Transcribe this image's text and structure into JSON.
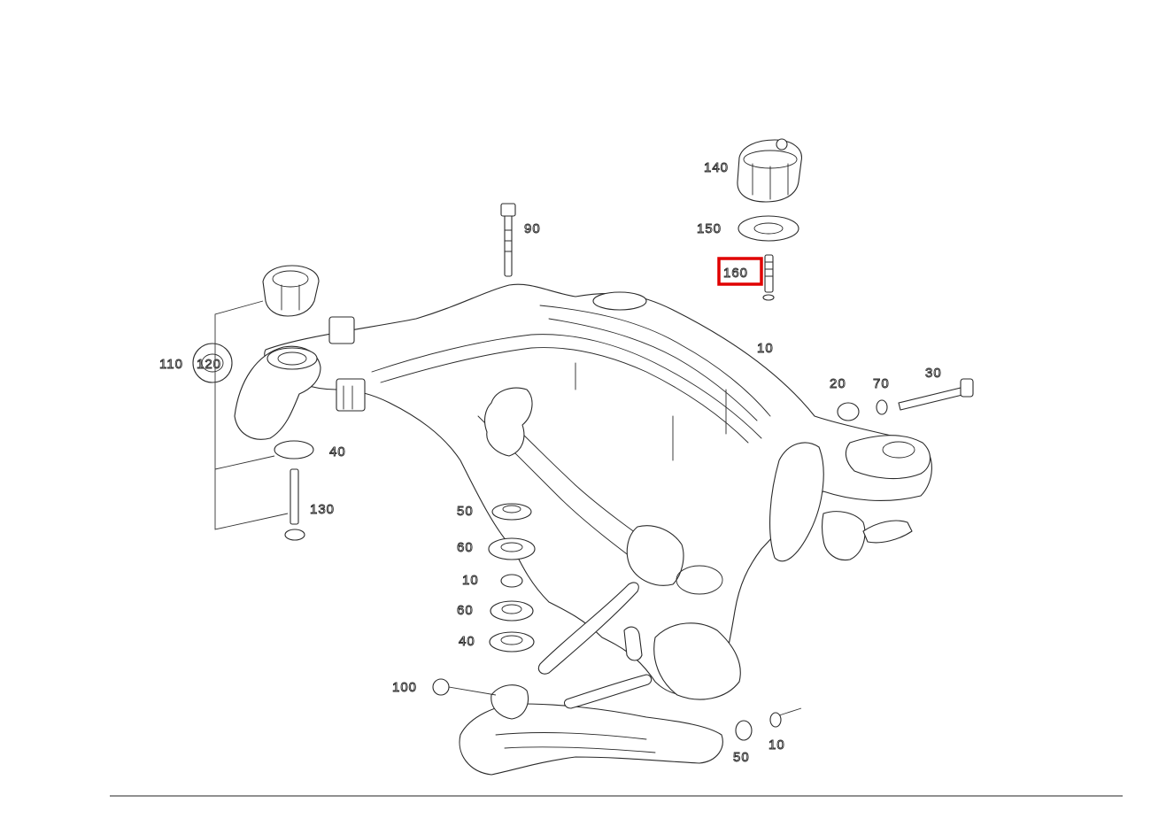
{
  "diagram": {
    "callouts": [
      {
        "id": "c-140",
        "label": "140"
      },
      {
        "id": "c-150",
        "label": "150"
      },
      {
        "id": "c-160",
        "label": "160"
      },
      {
        "id": "c-90",
        "label": "90"
      },
      {
        "id": "c-10",
        "label": "10"
      },
      {
        "id": "c-20",
        "label": "20"
      },
      {
        "id": "c-70",
        "label": "70"
      },
      {
        "id": "c-30",
        "label": "30"
      },
      {
        "id": "c-110",
        "label": "110"
      },
      {
        "id": "c-120",
        "label": "120"
      },
      {
        "id": "c-40",
        "label": "40"
      },
      {
        "id": "c-130",
        "label": "130"
      },
      {
        "id": "c-50a",
        "label": "50"
      },
      {
        "id": "c-60a",
        "label": "60"
      },
      {
        "id": "c-10b",
        "label": "10"
      },
      {
        "id": "c-60b",
        "label": "60"
      },
      {
        "id": "c-40b",
        "label": "40"
      },
      {
        "id": "c-100",
        "label": "100"
      },
      {
        "id": "c-10c",
        "label": "10"
      },
      {
        "id": "c-50b",
        "label": "50"
      }
    ],
    "highlighted_callout": "160",
    "highlight_color": "#e00000",
    "line_color": "#2a2a2a"
  }
}
